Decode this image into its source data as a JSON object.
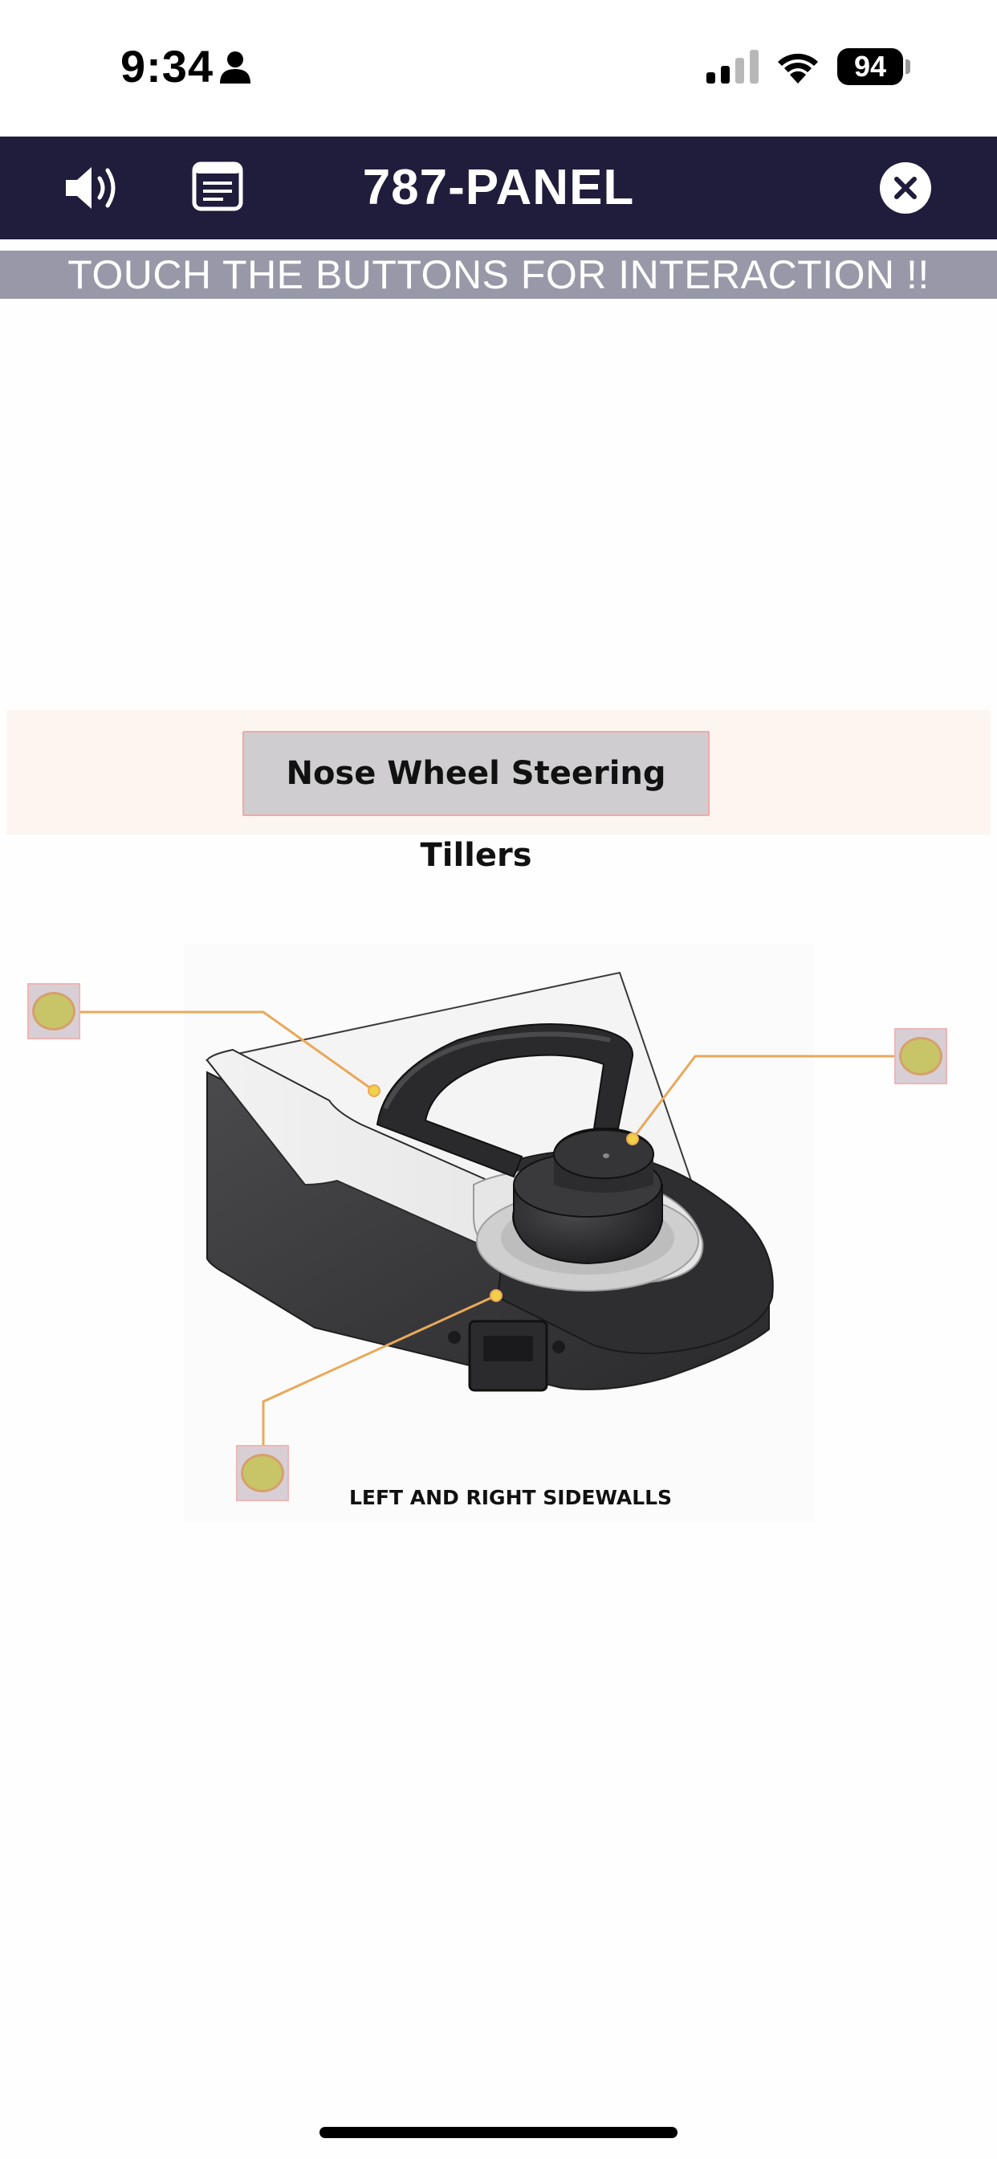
{
  "status_bar": {
    "time": "9:34",
    "battery": "94",
    "icons": [
      "person-icon",
      "signal-icon",
      "wifi-icon",
      "battery-icon"
    ]
  },
  "header": {
    "title": "787-PANEL",
    "icons": [
      "speaker-icon",
      "document-icon",
      "close-icon"
    ],
    "background_color": "#201c3b"
  },
  "banner": {
    "text": "TOUCH THE BUTTONS FOR INTERACTION !!",
    "background_color": "#9998a8"
  },
  "panel": {
    "title": "Nose Wheel Steering Tillers",
    "caption": "LEFT AND RIGHT SIDEWALLS",
    "hotspot_color": "#c8c468",
    "leader_line_color": "#e9a85a"
  }
}
